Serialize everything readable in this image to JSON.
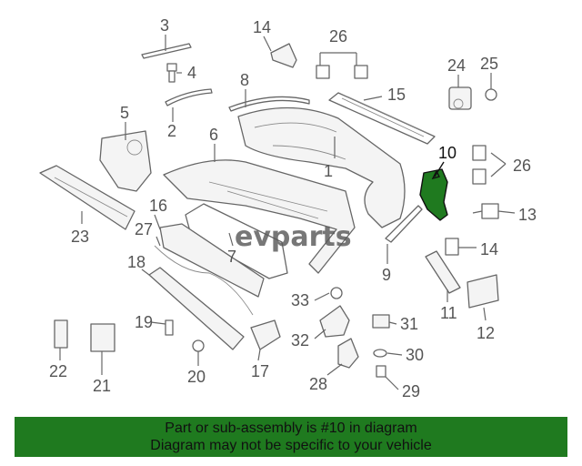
{
  "diagram": {
    "highlight_part": "10",
    "highlight_color": "#1f7a1f",
    "watermark": "evparts",
    "callouts": [
      "1",
      "2",
      "3",
      "4",
      "5",
      "6",
      "7",
      "8",
      "9",
      "10",
      "11",
      "12",
      "13",
      "14",
      "14",
      "15",
      "16",
      "17",
      "18",
      "19",
      "20",
      "21",
      "22",
      "23",
      "24",
      "25",
      "26",
      "26",
      "27",
      "28",
      "29",
      "30",
      "31",
      "32",
      "33"
    ]
  },
  "banner": {
    "line1": "Part or sub-assembly is #10 in diagram",
    "line2": "Diagram may not be specific to your vehicle",
    "background": "#1f7a1f",
    "text_color": "#111111"
  }
}
